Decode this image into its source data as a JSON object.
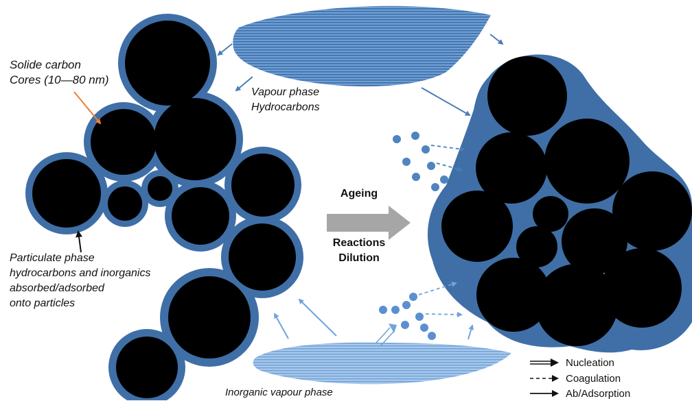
{
  "labels": {
    "solid_cores": [
      "Solide carbon",
      "Cores (10—80 nm)"
    ],
    "particulate_phase": [
      "Particulate phase",
      "hydrocarbons and inorganics",
      "absorbed/adsorbed",
      "onto particles"
    ],
    "vapour_phase": [
      "Vapour phase",
      "Hydrocarbons"
    ],
    "inorganic_vapour": "Inorganic vapour phase",
    "ageing": "Ageing",
    "reactions": "Reactions",
    "dilution": "Dilution"
  },
  "legend": [
    {
      "style": "double",
      "label": "Nucleation"
    },
    {
      "style": "dashed",
      "label": "Coagulation"
    },
    {
      "style": "solid",
      "label": "Ab/Adsorption"
    }
  ],
  "colors": {
    "coating": "#3f6fa6",
    "coating_light": "#5b8fc7",
    "core": "#000000",
    "arrow": "#4a7db5",
    "ageing_arrow": "#a6a6a6",
    "vapour_fill": "#5d8ec8",
    "inorganic_fill": "#8fb6e0",
    "droplet": "#4f84c0",
    "pointer_orange": "#ed7d31"
  }
}
